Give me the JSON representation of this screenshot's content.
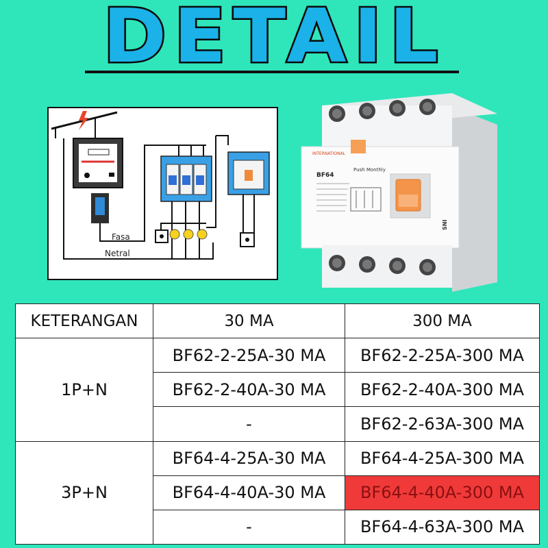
{
  "title": {
    "text": "DETAIL"
  },
  "diagram": {
    "labels": {
      "fasa": "Fasa",
      "netral": "Netral"
    }
  },
  "product": {
    "brand": "INTERNATIONAL",
    "model": "BF64",
    "push_label": "Push Monthly",
    "mark": "SNI"
  },
  "table": {
    "headers": [
      "KETERANGAN",
      "30 MA",
      "300 MA"
    ],
    "groups": [
      {
        "label": "1P+N",
        "rows": [
          [
            "BF62-2-25A-30 MA",
            "BF62-2-25A-300 MA"
          ],
          [
            "BF62-2-40A-30 MA",
            "BF62-2-40A-300 MA"
          ],
          [
            "-",
            "BF62-2-63A-300 MA"
          ]
        ]
      },
      {
        "label": "3P+N",
        "rows": [
          [
            "BF64-4-25A-30 MA",
            "BF64-4-25A-300 MA"
          ],
          [
            "BF64-4-40A-30 MA",
            "BF64-4-40A-300 MA"
          ],
          [
            "-",
            "BF64-4-63A-300 MA"
          ]
        ]
      }
    ],
    "highlight_cell": "BF64-4-40A-300 MA",
    "highlight_color": "#f03a3a"
  },
  "colors": {
    "background": "#2fe6bb",
    "title_fill": "#1ab2e8"
  }
}
